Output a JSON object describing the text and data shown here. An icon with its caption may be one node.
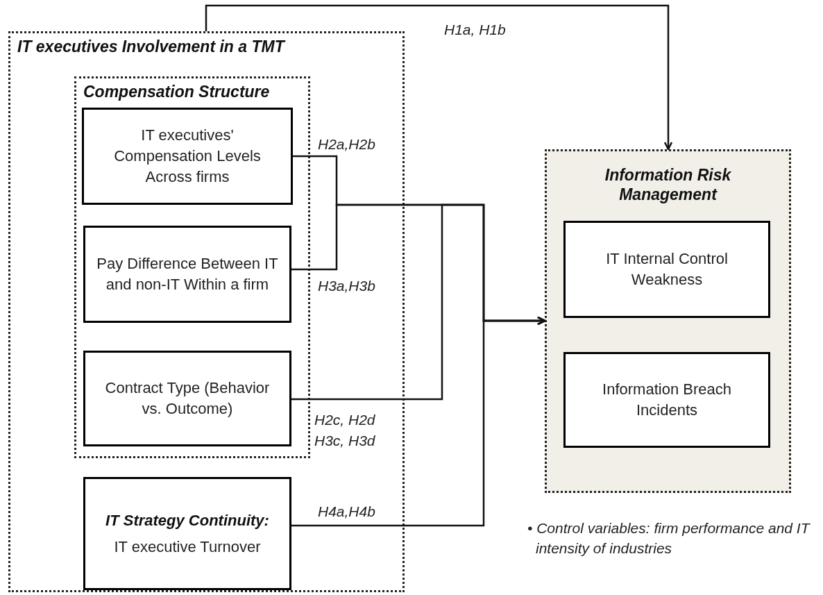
{
  "diagram": {
    "nodes": [
      {
        "text": [
          "IT executives Involvement in a TMT"
        ]
      },
      {
        "text": [
          "Compensation Structure"
        ],
        "in": 0
      },
      {
        "text": [
          "IT executives' Compensation Levels Across firms"
        ],
        "in": 1
      },
      {
        "text": [
          "Pay Difference Between IT and non-IT Within a firm"
        ],
        "in": 1
      },
      {
        "text": [
          "Contract Type (Behavior vs. Outcome)"
        ],
        "in": 1
      },
      {
        "text": [
          "IT Strategy Continuity:",
          "IT executive Turnover"
        ],
        "in": 0
      },
      {
        "text": [
          "Information Risk Management"
        ]
      },
      {
        "text": [
          "IT Internal Control Weakness"
        ],
        "in": 6
      },
      {
        "text": [
          "Information Breach Incidents"
        ],
        "in": 6
      }
    ],
    "edges": [
      {
        "from": 0,
        "to": 6,
        "arrow": "to",
        "label": "H1a, H1b"
      },
      {
        "from": 2,
        "to": 6,
        "arrow": "to",
        "label": "H2a,H2b"
      },
      {
        "from": 3,
        "to": 6,
        "arrow": "to",
        "label": "H3a,H3b"
      },
      {
        "from": 4,
        "to": 6,
        "arrow": "to",
        "label": "H2c, H2d H3c, H3d"
      },
      {
        "from": 5,
        "to": 6,
        "arrow": "to",
        "label": "H4a,H4b"
      }
    ],
    "labels": [
      "• Control variables: firm performance and IT intensity of industries"
    ]
  }
}
